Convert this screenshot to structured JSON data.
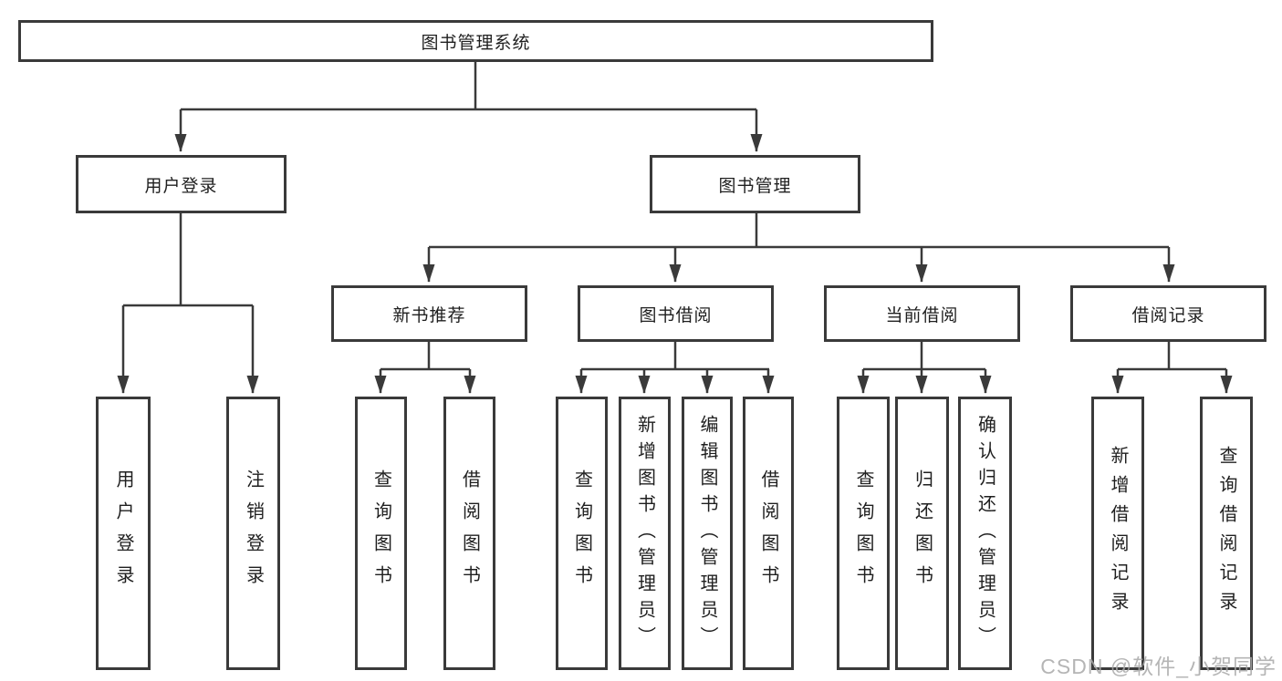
{
  "tree": {
    "root": {
      "label": "图书管理系统",
      "children": [
        {
          "label": "用户登录",
          "children": [
            {
              "label": "用户登录"
            },
            {
              "label": "注销登录"
            }
          ]
        },
        {
          "label": "图书管理",
          "children": [
            {
              "label": "新书推荐",
              "children": [
                {
                  "label": "查询图书"
                },
                {
                  "label": "借阅图书"
                }
              ]
            },
            {
              "label": "图书借阅",
              "children": [
                {
                  "label": "查询图书"
                },
                {
                  "label": "新增图书（管理员）"
                },
                {
                  "label": "编辑图书（管理员）"
                },
                {
                  "label": "借阅图书"
                }
              ]
            },
            {
              "label": "当前借阅",
              "children": [
                {
                  "label": "查询图书"
                },
                {
                  "label": "归还图书"
                },
                {
                  "label": "确认归还（管理员）"
                }
              ]
            },
            {
              "label": "借阅记录",
              "children": [
                {
                  "label": "新增借阅记录"
                },
                {
                  "label": "查询借阅记录"
                }
              ]
            }
          ]
        }
      ]
    }
  },
  "watermark": {
    "text": "CSDN @软件_小贺同学"
  },
  "colors": {
    "line": "#3a3a3a",
    "box_border": "#3a3a3a",
    "text": "#1f1f1f",
    "watermark": "#a9a9a9",
    "background": "#ffffff"
  }
}
